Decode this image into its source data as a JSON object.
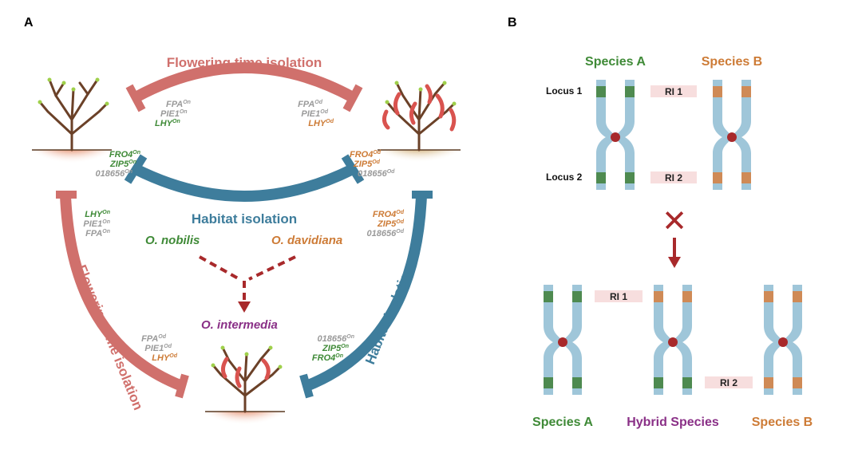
{
  "panels": {
    "a": "A",
    "b": "B"
  },
  "colors": {
    "flowering": "#d0706c",
    "habitat": "#3e7d9c",
    "green": "#3f8a37",
    "orange": "#cd7b36",
    "gray": "#9a9a9a",
    "purple": "#8a3087",
    "dark_red": "#a8292b",
    "chrom": "#9fc6d9",
    "ri_box": "#f7dede",
    "block_green": "#4e8a50",
    "block_orange": "#cf8a56"
  },
  "panel_a": {
    "isolation_top": "Flowering time isolation",
    "isolation_left": "Flowering time isolation",
    "habitat_middle": "Habitat isolation",
    "habitat_right": "Habitat isolation",
    "species": {
      "nobilis": "O. nobilis",
      "davidiana": "O. davidiana",
      "intermedia": "O. intermedia"
    },
    "gene_groups": {
      "flower_nob": [
        {
          "gene": "FPA",
          "sup": "On",
          "tone": "gray"
        },
        {
          "gene": "PIE1",
          "sup": "On",
          "tone": "gray"
        },
        {
          "gene": "LHY",
          "sup": "On",
          "tone": "green"
        }
      ],
      "flower_dav": [
        {
          "gene": "FPA",
          "sup": "Od",
          "tone": "gray"
        },
        {
          "gene": "PIE1",
          "sup": "Od",
          "tone": "gray"
        },
        {
          "gene": "LHY",
          "sup": "Od",
          "tone": "orange"
        }
      ],
      "habitat_nob": [
        {
          "gene": "FRO4",
          "sup": "On",
          "tone": "green"
        },
        {
          "gene": "ZIP5",
          "sup": "On",
          "tone": "green"
        },
        {
          "gene": "018656",
          "sup": "On",
          "tone": "gray"
        }
      ],
      "habitat_dav": [
        {
          "gene": "FRO4",
          "sup": "Od",
          "tone": "orange"
        },
        {
          "gene": "ZIP5",
          "sup": "Od",
          "tone": "orange"
        },
        {
          "gene": "018656",
          "sup": "Od",
          "tone": "gray"
        }
      ],
      "left_nob": [
        {
          "gene": "LHY",
          "sup": "On",
          "tone": "green"
        },
        {
          "gene": "PIE1",
          "sup": "On",
          "tone": "gray"
        },
        {
          "gene": "FPA",
          "sup": "On",
          "tone": "gray"
        }
      ],
      "right_dav": [
        {
          "gene": "FRO4",
          "sup": "Od",
          "tone": "orange"
        },
        {
          "gene": "ZIP5",
          "sup": "Od",
          "tone": "orange"
        },
        {
          "gene": "018656",
          "sup": "Od",
          "tone": "gray"
        }
      ],
      "bottom_left": [
        {
          "gene": "FPA",
          "sup": "Od",
          "tone": "gray"
        },
        {
          "gene": "PIE1",
          "sup": "Od",
          "tone": "gray"
        },
        {
          "gene": "LHY",
          "sup": "Od",
          "tone": "orange"
        }
      ],
      "bottom_right": [
        {
          "gene": "018656",
          "sup": "On",
          "tone": "gray"
        },
        {
          "gene": "ZIP5",
          "sup": "On",
          "tone": "green"
        },
        {
          "gene": "FRO4",
          "sup": "On",
          "tone": "green"
        }
      ]
    }
  },
  "panel_b": {
    "top_species_a": "Species A",
    "top_species_b": "Species B",
    "locus1": "Locus 1",
    "locus2": "Locus 2",
    "ri1": "RI 1",
    "ri2": "RI 2",
    "cross_symbol": "✕",
    "bottom_species_a": "Species A",
    "bottom_hybrid": "Hybrid Species",
    "bottom_species_b": "Species B"
  }
}
